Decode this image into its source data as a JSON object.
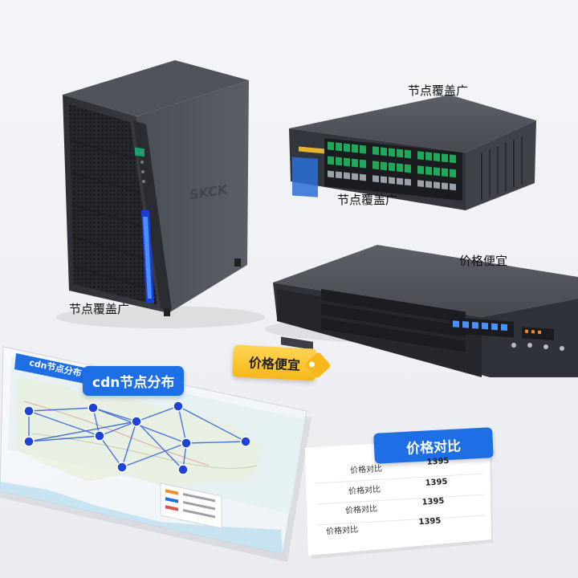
{
  "server_brand": "SKCK",
  "labels": {
    "coverage_top": "节点覆盖广",
    "coverage_mid": "节点覆盖广",
    "coverage_left": "节点覆盖广",
    "price_cheap_top": "价格便宜"
  },
  "price_tag": "价格便宜",
  "map": {
    "badge": "cdn节点分布",
    "header": "cdn节点分布"
  },
  "price_card": {
    "title": "价格对比",
    "rows": [
      {
        "name": "价格对比",
        "value": "1395"
      },
      {
        "name": "价格对比",
        "value": "1395"
      },
      {
        "name": "价格对比",
        "value": "1395"
      },
      {
        "name": "价格对比",
        "value": "1395"
      }
    ]
  },
  "colors": {
    "accent_blue": "#1e6fe6",
    "tag_yellow": "#f6b81a",
    "server_dark": "#3a3d44",
    "port_green": "#1fa85a",
    "led_blue": "#2b64ff"
  }
}
